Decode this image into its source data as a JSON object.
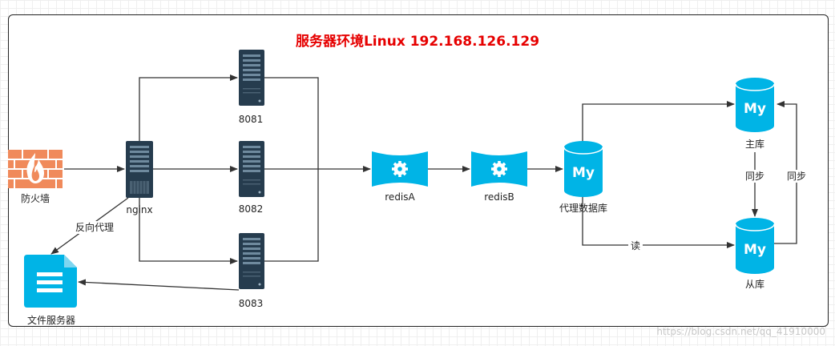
{
  "title": "服务器环境Linux  192.168.126.129",
  "nodes": {
    "firewall": "防火墙",
    "nginx": "nginx",
    "s8081": "8081",
    "s8082": "8082",
    "s8083": "8083",
    "file_server": "文件服务器",
    "redisA": "redisA",
    "redisB": "redisB",
    "proxy_db": "代理数据库",
    "master": "主库",
    "slave": "从库",
    "mysql_logo": "My"
  },
  "edges": {
    "reverse_proxy": "反向代理",
    "read": "读",
    "sync_down": "同步",
    "sync_up": "同步"
  },
  "watermark": "https://blog.csdn.net/qq_41910000",
  "colors": {
    "cyan": "#00b4e6",
    "server": "#263c4e",
    "firewall": "#f08a5b",
    "title": "#e60000"
  }
}
